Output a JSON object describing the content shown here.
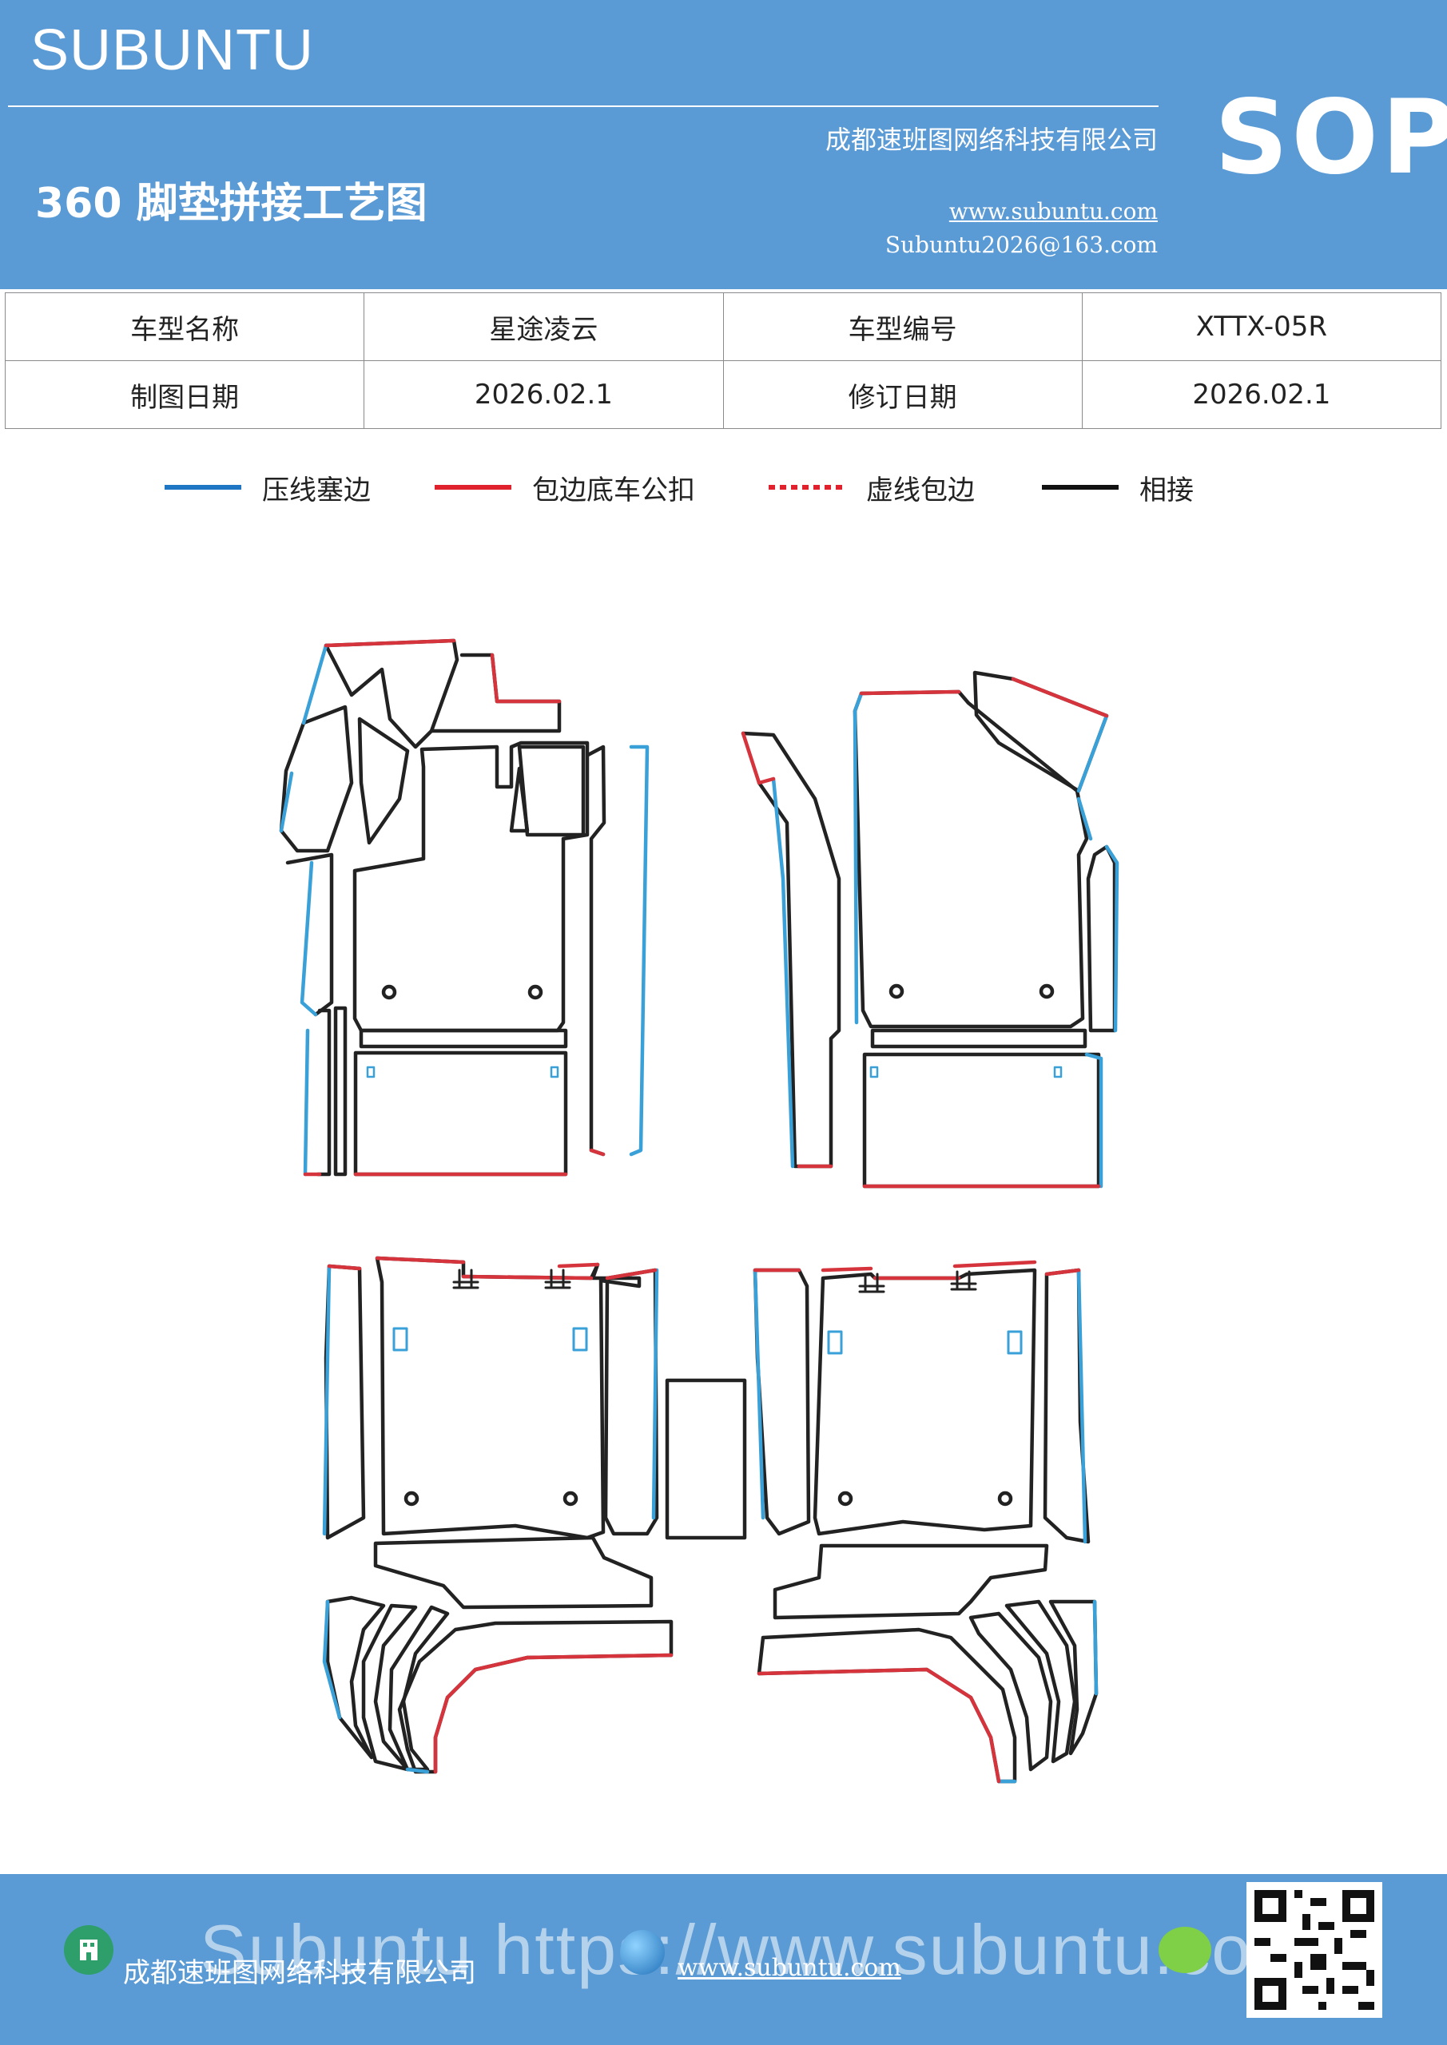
{
  "header": {
    "brand": "SUBUNTU",
    "badge": "SOP",
    "title": "360 脚垫拼接工艺图",
    "company": "成都速班图网络科技有限公司",
    "website": "www.subuntu.com",
    "email": "Subuntu2026@163.com"
  },
  "info_table": {
    "rows": [
      [
        "车型名称",
        "星途凌云",
        "车型编号",
        "XTTX-05R"
      ],
      [
        "制图日期",
        "2026.02.1",
        "修订日期",
        "2026.02.1"
      ]
    ]
  },
  "legend": [
    {
      "label": "压线塞边",
      "color": "#1f77c4",
      "style": "solid"
    },
    {
      "label": "包边底车公扣",
      "color": "#e0212e",
      "style": "solid"
    },
    {
      "label": "虚线包边",
      "color": "#e0212e",
      "style": "dotted"
    },
    {
      "label": "相接",
      "color": "#111111",
      "style": "solid"
    }
  ],
  "colors": {
    "header_bg": "#5b9bd5",
    "blue_edge": "#3aa0d8",
    "red_edge": "#d6343c",
    "black_edge": "#222222"
  },
  "footer": {
    "company": "成都速班图网络科技有限公司",
    "url": "www.subuntu.com",
    "watermark": "Subuntu https://www.subuntu.com",
    "icons": [
      "building-icon",
      "globe-icon",
      "wechat-icon",
      "qr-code"
    ]
  }
}
